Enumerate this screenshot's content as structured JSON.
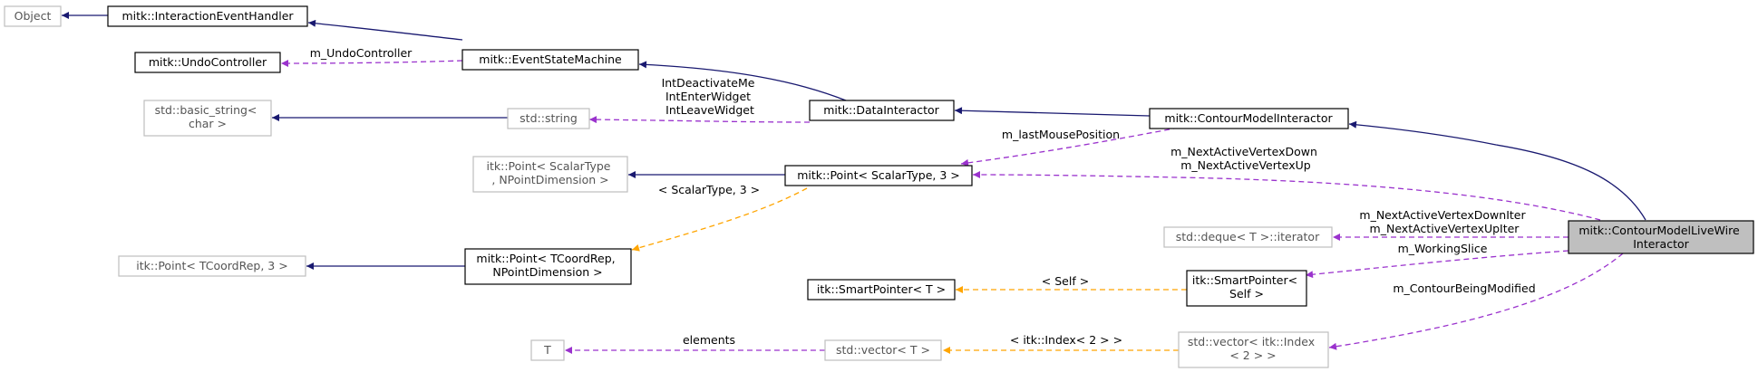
{
  "colors": {
    "inheritance": "#191970",
    "member": "#9a32cd",
    "template": "#ffa500",
    "focus_fill": "#bfbfbf"
  },
  "nodes": {
    "object": {
      "lines": [
        "Object"
      ]
    },
    "interaction_event_handler": {
      "lines": [
        "mitk::InteractionEventHandler"
      ]
    },
    "undo_controller": {
      "lines": [
        "mitk::UndoController"
      ]
    },
    "event_state_machine": {
      "lines": [
        "mitk::EventStateMachine"
      ]
    },
    "basic_string": {
      "lines": [
        "std::basic_string<",
        "char >"
      ]
    },
    "std_string": {
      "lines": [
        "std::string"
      ]
    },
    "data_interactor": {
      "lines": [
        "mitk::DataInteractor"
      ]
    },
    "contour_model_interactor": {
      "lines": [
        "mitk::ContourModelInteractor"
      ]
    },
    "itk_point_scalar": {
      "lines": [
        "itk::Point< ScalarType",
        ", NPointDimension >"
      ]
    },
    "mitk_point_scalar3": {
      "lines": [
        "mitk::Point< ScalarType, 3 >"
      ]
    },
    "itk_point_tcoord3": {
      "lines": [
        "itk::Point< TCoordRep, 3 >"
      ]
    },
    "mitk_point_tcoord": {
      "lines": [
        "mitk::Point< TCoordRep,",
        "NPointDimension >"
      ]
    },
    "deque_iterator": {
      "lines": [
        "std::deque< T >::iterator"
      ]
    },
    "live_wire_interactor": {
      "lines": [
        "mitk::ContourModelLiveWire",
        "Interactor"
      ]
    },
    "itk_smartpointer_t": {
      "lines": [
        "itk::SmartPointer< T >"
      ]
    },
    "itk_smartpointer_self": {
      "lines": [
        "itk::SmartPointer<",
        "Self >"
      ]
    },
    "t": {
      "lines": [
        "T"
      ]
    },
    "std_vector_t": {
      "lines": [
        "std::vector< T >"
      ]
    },
    "std_vector_index": {
      "lines": [
        "std::vector< itk::Index",
        "< 2 > >"
      ]
    }
  },
  "edge_labels": {
    "undo_controller": [
      "m_UndoController"
    ],
    "interact_strings": [
      "IntDeactivateMe",
      "IntEnterWidget",
      "IntLeaveWidget"
    ],
    "last_mouse_position": [
      "m_lastMousePosition"
    ],
    "next_active_vertex": [
      "m_NextActiveVertexDown",
      "m_NextActiveVertexUp"
    ],
    "scalar_type_3": [
      "< ScalarType, 3 >"
    ],
    "next_active_vertex_iter": [
      "m_NextActiveVertexDownIter",
      "m_NextActiveVertexUpIter"
    ],
    "working_slice": [
      "m_WorkingSlice"
    ],
    "self": [
      "< Self >"
    ],
    "contour_being_modified": [
      "m_ContourBeingModified"
    ],
    "elements": [
      "elements"
    ],
    "itk_index_2": [
      "< itk::Index< 2 > >"
    ]
  }
}
